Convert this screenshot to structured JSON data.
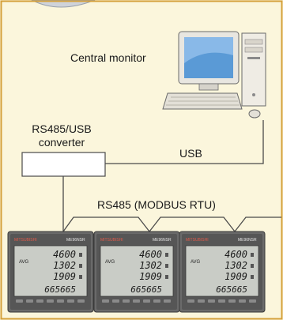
{
  "labels": {
    "central_monitor": "Central monitor",
    "converter_line1": "RS485/USB",
    "converter_line2": "converter",
    "usb": "USB",
    "rs485": "RS485 (MODBUS RTU)"
  },
  "meters": [
    {
      "brand": "MITSUBISHI",
      "model": "ME96NSR",
      "label": "AVG",
      "values": [
        "4600",
        "1302",
        "1909",
        "665665"
      ]
    },
    {
      "brand": "MITSUBISHI",
      "model": "ME96NSR",
      "label": "AVG",
      "values": [
        "4600",
        "1302",
        "1909",
        "665665"
      ]
    },
    {
      "brand": "MITSUBISHI",
      "model": "ME96NSR",
      "label": "AVG",
      "values": [
        "4600",
        "1302",
        "1909",
        "665665"
      ]
    }
  ],
  "colors": {
    "background": "#fbf6dc",
    "border": "#d4a03a",
    "wire": "#4a4a4a",
    "meter_body": "#6a6a6a",
    "lcd": "#c9ccc6"
  }
}
